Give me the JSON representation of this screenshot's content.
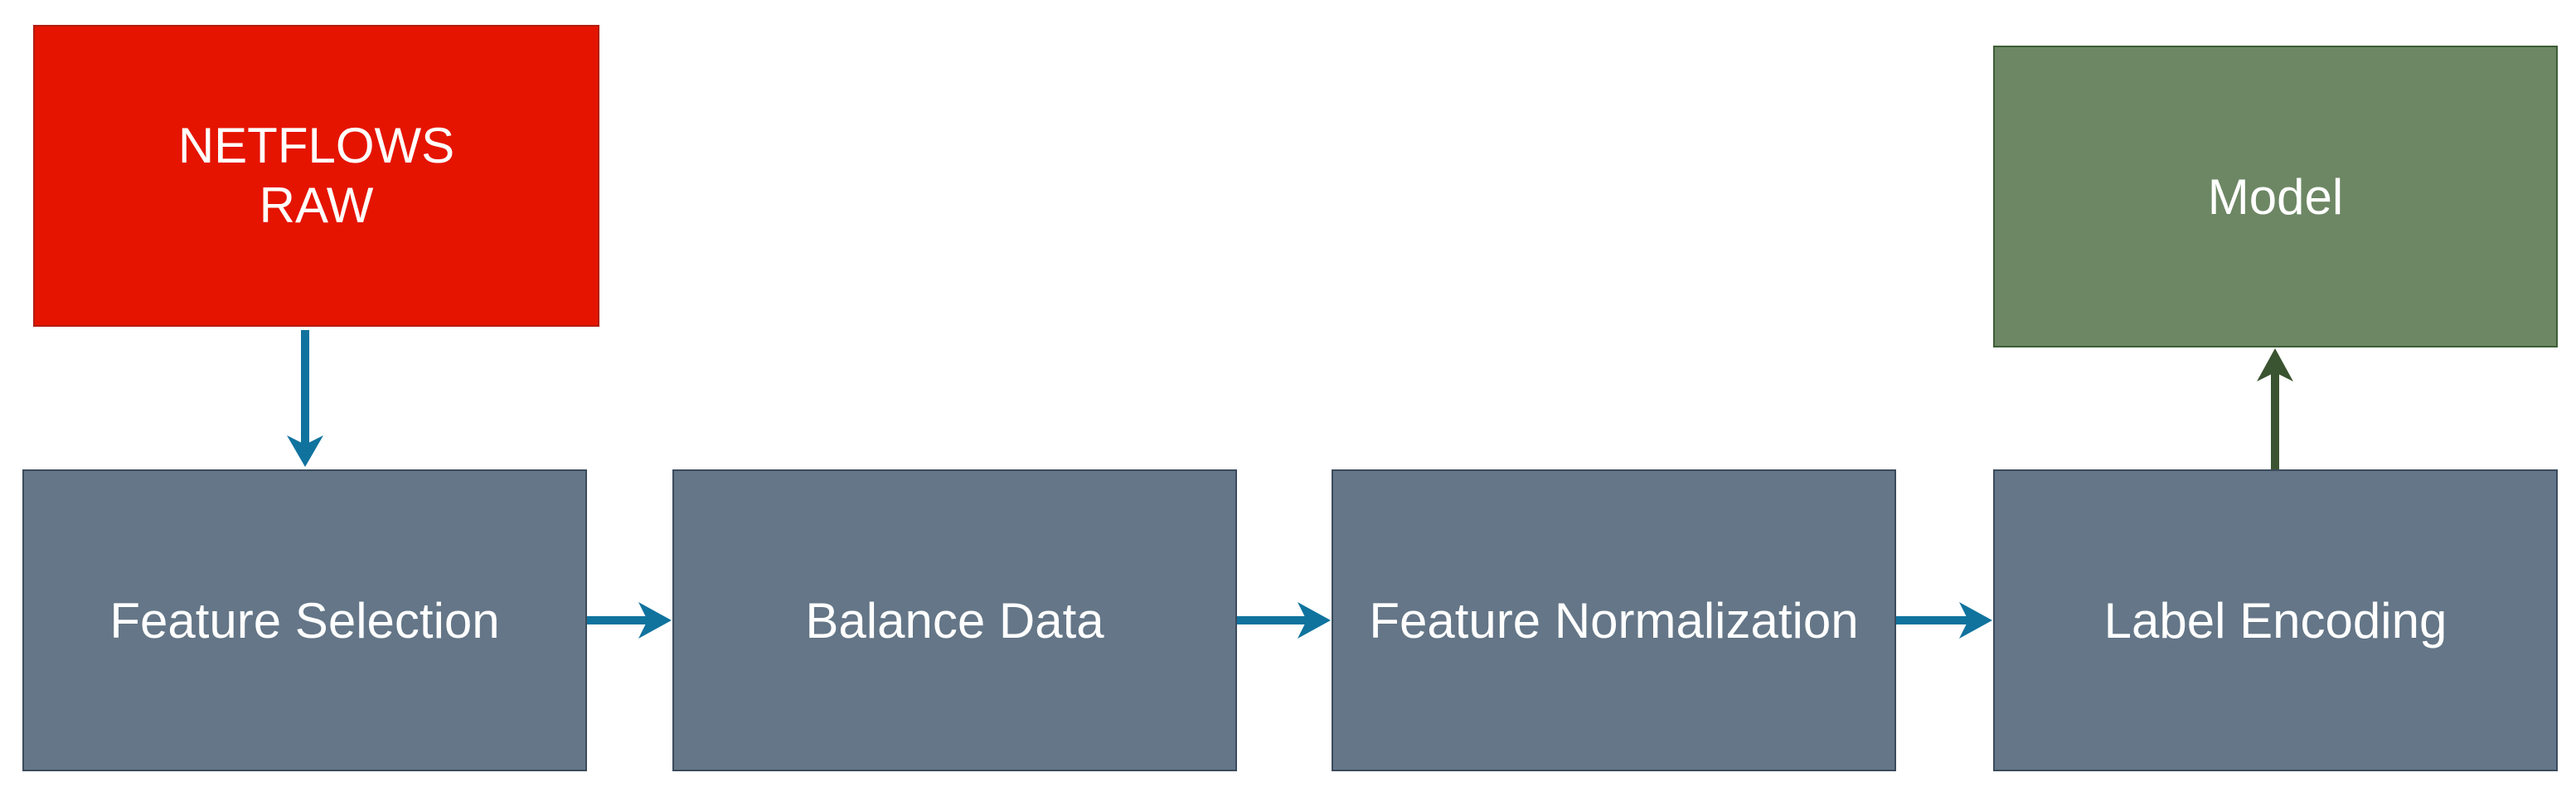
{
  "diagram": {
    "source": {
      "label": "NETFLOWS\nRAW",
      "color": "#e51400"
    },
    "output": {
      "label": "Model",
      "color": "#6d8764"
    },
    "steps": [
      {
        "label": "Feature Selection"
      },
      {
        "label": "Balance Data"
      },
      {
        "label": "Feature Normalization"
      },
      {
        "label": "Label Encoding"
      }
    ],
    "colors": {
      "step_fill": "#647687",
      "flow_arrow": "#10739e",
      "output_arrow": "#3a5431"
    }
  }
}
